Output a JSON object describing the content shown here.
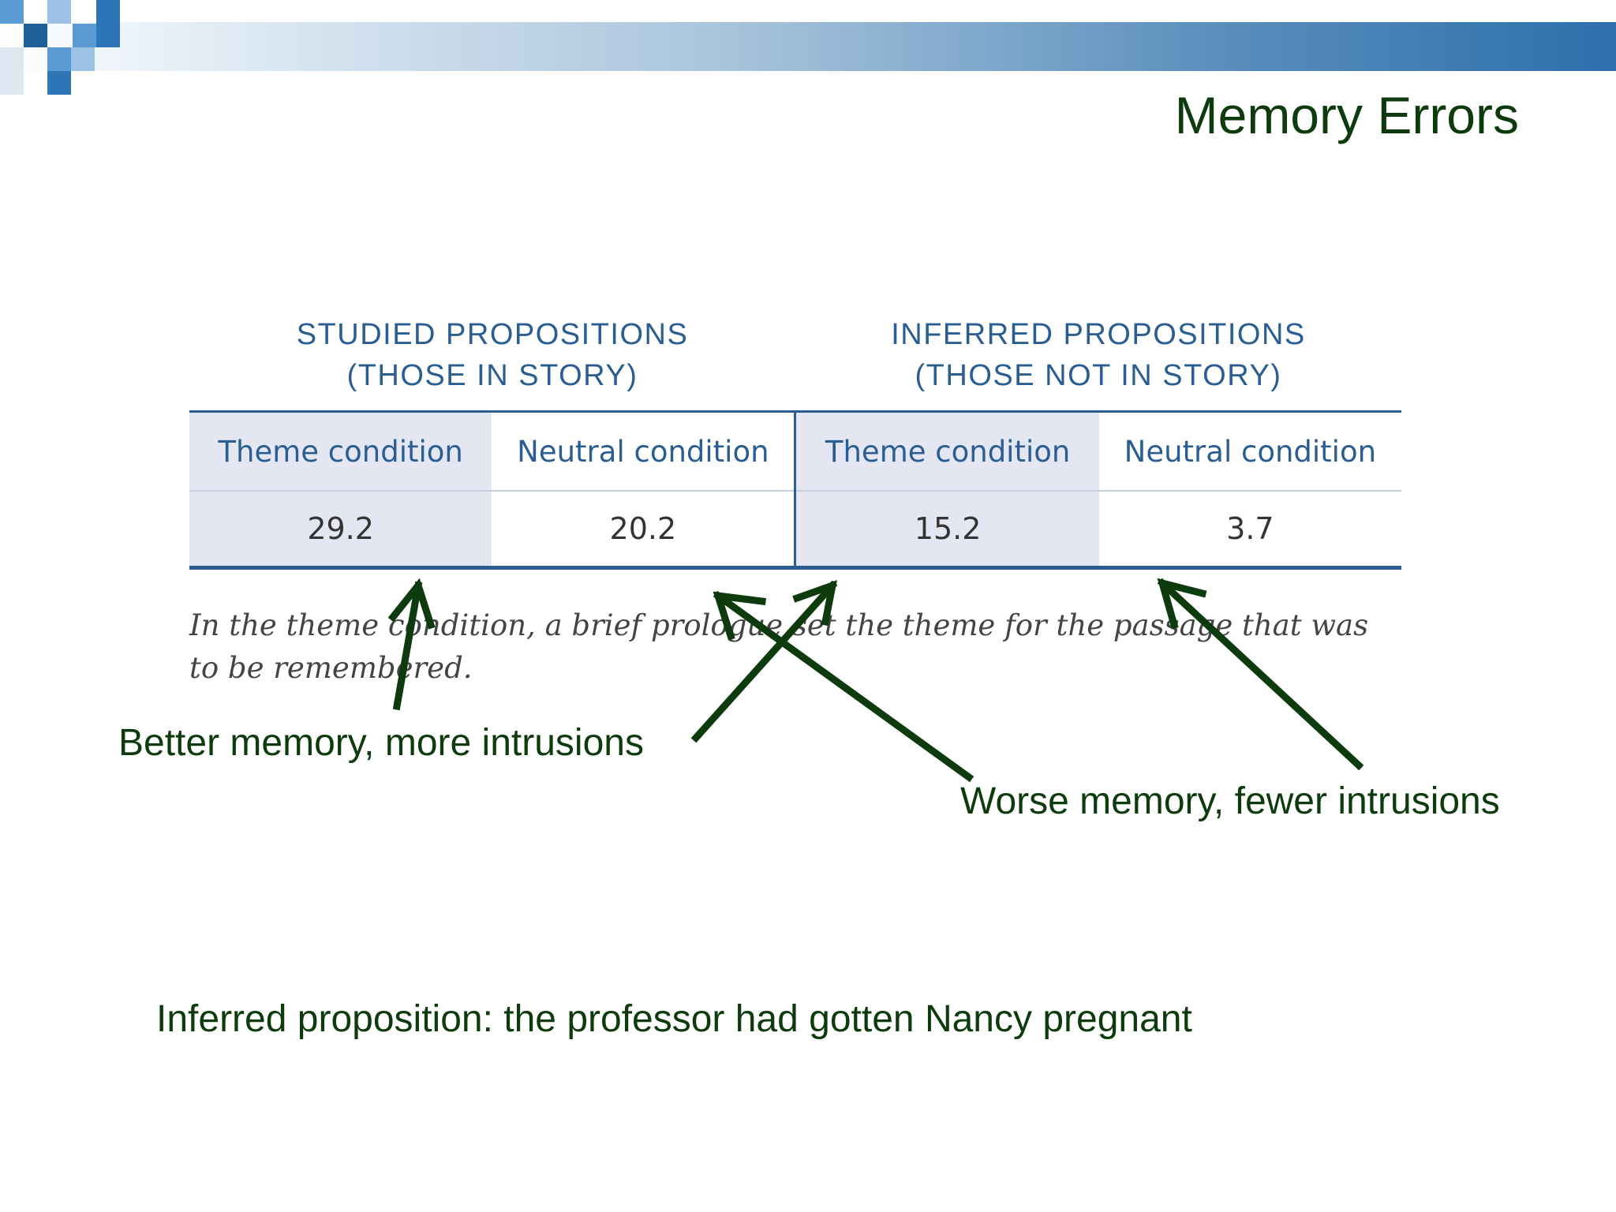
{
  "title": "Memory Errors",
  "table": {
    "groups": [
      {
        "line1": "STUDIED PROPOSITIONS",
        "line2": "(THOSE IN STORY)"
      },
      {
        "line1": "INFERRED PROPOSITIONS",
        "line2": "(THOSE NOT IN STORY)"
      }
    ],
    "columns": [
      "Theme condition",
      "Neutral condition",
      "Theme condition",
      "Neutral condition"
    ],
    "values": [
      "29.2",
      "20.2",
      "15.2",
      "3.7"
    ],
    "caption": "In the theme condition, a brief prologue set the theme for the passage that was to be remembered."
  },
  "annotations": {
    "left": "Better memory, more intrusions",
    "right": "Worse memory, fewer intrusions",
    "bottom": "Inferred proposition: the professor had gotten Nancy pregnant"
  },
  "colors": {
    "title_text": "#0d3b0d",
    "table_accent": "#2a5e93",
    "shaded_cell": "#e4e6f2",
    "arrow": "#0d3b0d"
  }
}
